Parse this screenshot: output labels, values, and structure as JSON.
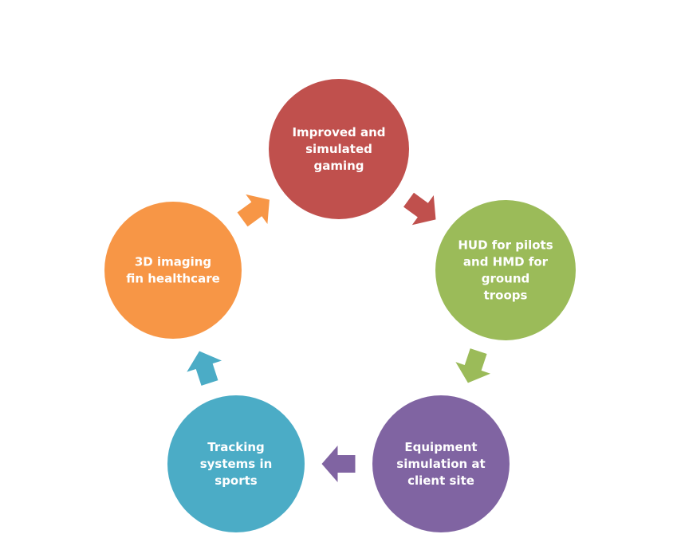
{
  "diagram": {
    "nodes": [
      {
        "id": "gaming",
        "lines": [
          "Improved and",
          "simulated",
          "gaming"
        ],
        "color": "#c0504d"
      },
      {
        "id": "hud",
        "lines": [
          "HUD for pilots",
          "and HMD for",
          "ground",
          "troops"
        ],
        "color": "#9bbb59"
      },
      {
        "id": "equipment",
        "lines": [
          "Equipment",
          "simulation at",
          "client site"
        ],
        "color": "#8064a2"
      },
      {
        "id": "tracking",
        "lines": [
          "Tracking",
          "systems in",
          "sports"
        ],
        "color": "#4bacc6"
      },
      {
        "id": "imaging",
        "lines": [
          "3D imaging",
          "fin healthcare"
        ],
        "color": "#f79646"
      }
    ],
    "arrows": [
      {
        "from": "gaming",
        "to": "hud",
        "color": "#c0504d"
      },
      {
        "from": "hud",
        "to": "equipment",
        "color": "#9bbb59"
      },
      {
        "from": "equipment",
        "to": "tracking",
        "color": "#8064a2"
      },
      {
        "from": "tracking",
        "to": "imaging",
        "color": "#4bacc6"
      },
      {
        "from": "imaging",
        "to": "gaming",
        "color": "#f79646"
      }
    ]
  }
}
